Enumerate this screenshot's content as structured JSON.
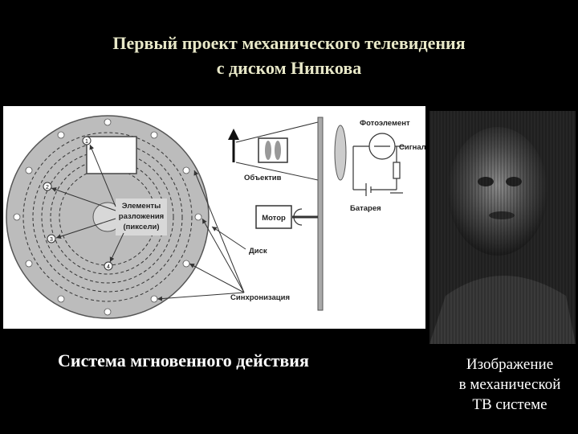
{
  "title": {
    "line1": "Первый проект механического телевидения",
    "line2": "с диском Нипкова"
  },
  "diagram": {
    "elements_label_1": "Элементы",
    "elements_label_2": "разложения",
    "elements_label_3": "(пиксели)",
    "lens_label": "Объектив",
    "motor_label": "Мотор",
    "disk_label": "Диск",
    "sync_label": "Синхронизация",
    "photocell_label": "Фотоэлемент",
    "signal_label": "Сигнал",
    "battery_label": "Батарея",
    "marker_1": "1",
    "marker_2": "2",
    "marker_3": "3",
    "marker_4": "4"
  },
  "captions": {
    "left": "Система мгновенного действия",
    "right_line1": "Изображение",
    "right_line2": "в механической",
    "right_line3": "ТВ системе"
  }
}
